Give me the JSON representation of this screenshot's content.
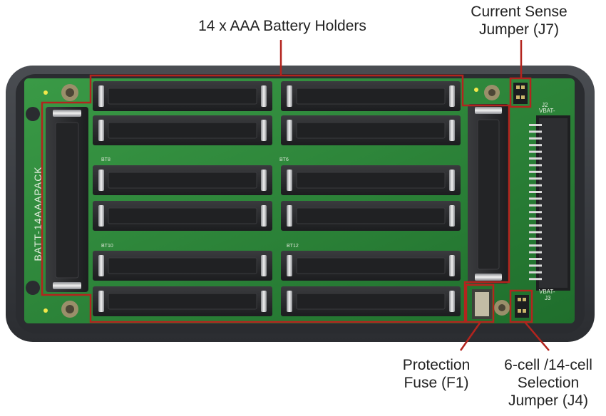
{
  "labels": {
    "battery_holders": "14 x AAA Battery Holders",
    "current_sense_line1": "Current Sense",
    "current_sense_line2": "Jumper (J7)",
    "fuse_line1": "Protection",
    "fuse_line2": "Fuse (F1)",
    "selection_line1": "6-cell /14-cell",
    "selection_line2": "Selection",
    "selection_line3": "Jumper (J4)"
  },
  "board": {
    "silkscreen_name": "BATT-14AAAPACK",
    "bt_labels": [
      "BT8",
      "BT6",
      "BT12",
      "BT10"
    ],
    "j2_label": "J2",
    "vbat_label_top": "VBAT-",
    "vbat_label_bottom": "VBAT-",
    "j3_label": "J3"
  },
  "colors": {
    "highlight": "#b3241e",
    "pcb": "#2e8a3a",
    "housing": "#35383d",
    "holder": "#2a2b2d"
  }
}
